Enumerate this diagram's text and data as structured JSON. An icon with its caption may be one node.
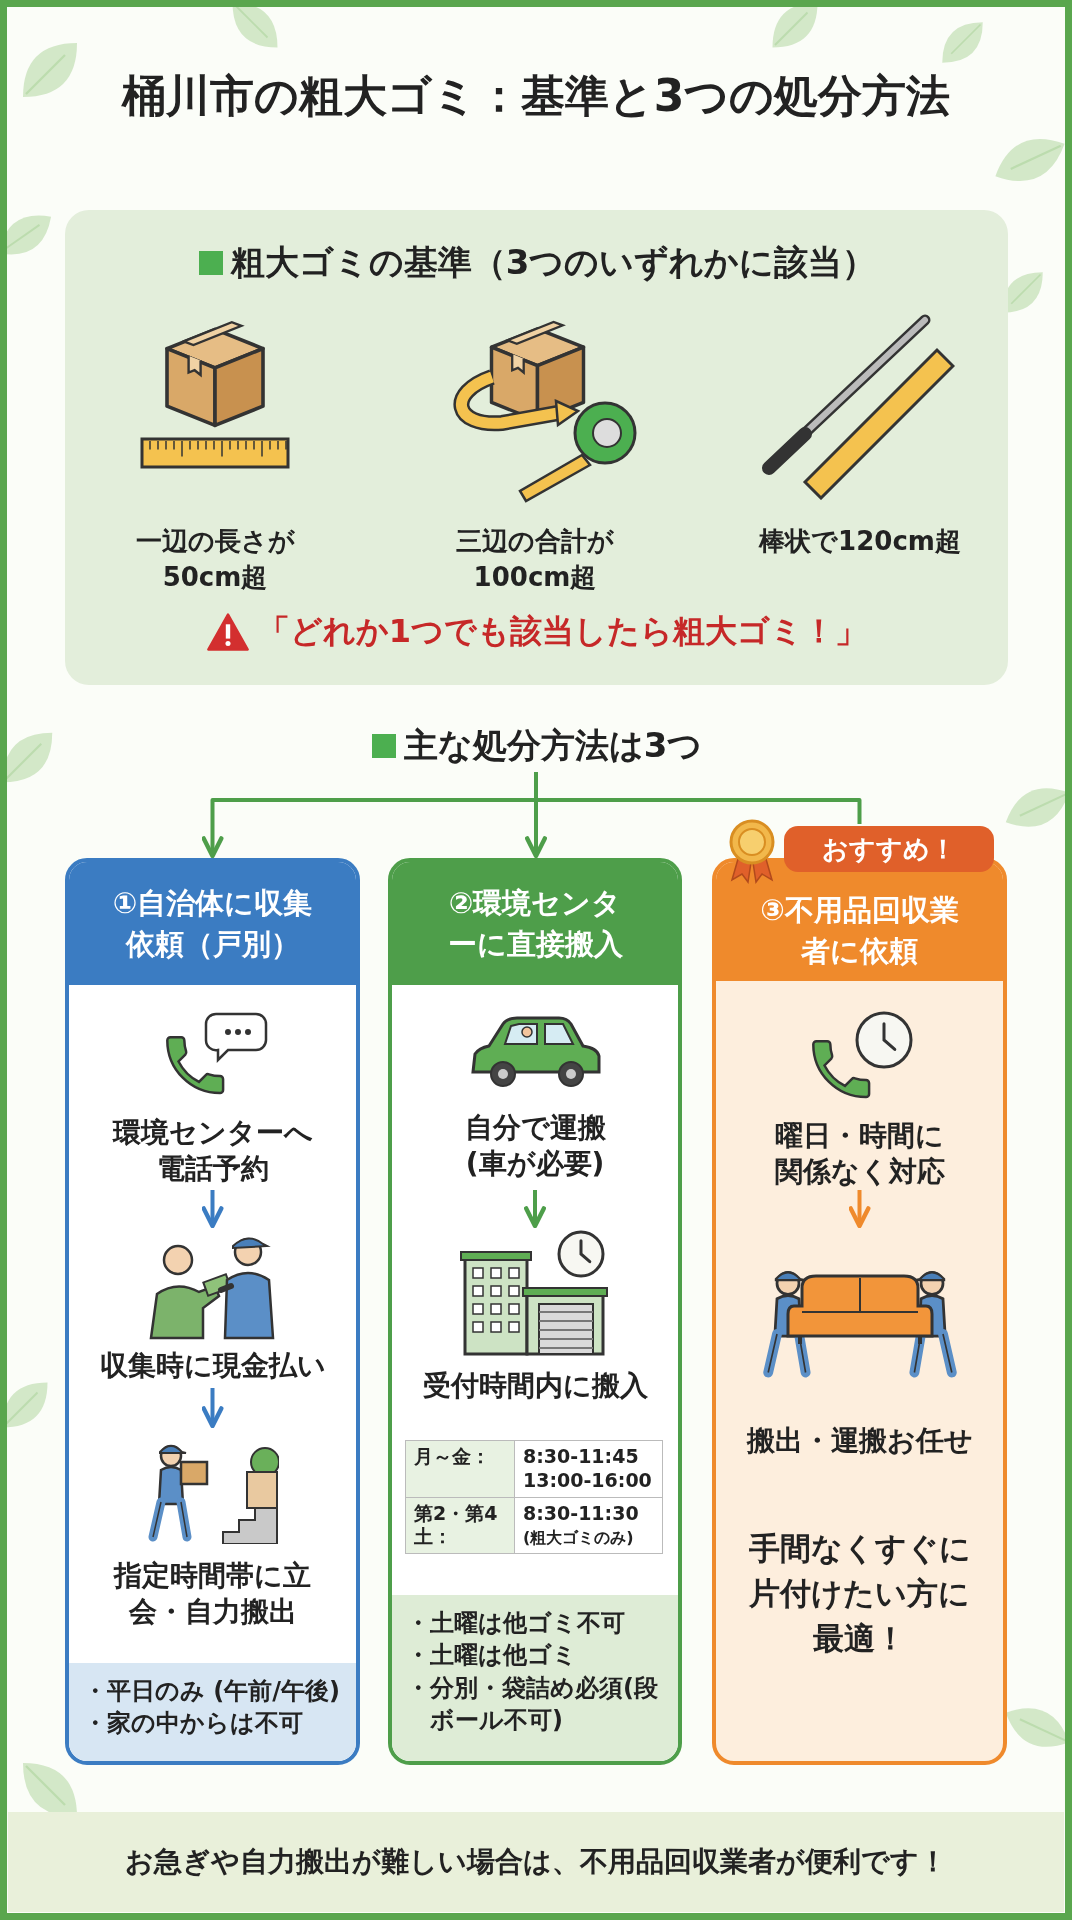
{
  "diagram": {
    "title": "桶川市の粗大ゴミ：基準と3つの処分方法",
    "nodes": [
      {
        "text": [
          "粗大ゴミの基準（3つのいずれかに該当）",
          "一辺の長さが50cm超",
          "三辺の合計が100cm超",
          "棒状で120cm超",
          "「どれか1つでも該当したら粗大ゴミ！」"
        ]
      },
      {
        "text": [
          "主な処分方法は3つ"
        ]
      },
      {
        "text": [
          "①自治体に収集依頼（戸別）"
        ]
      },
      {
        "text": [
          "環境センターへ電話予約"
        ],
        "in": 2
      },
      {
        "text": [
          "収集時に現金払い"
        ],
        "in": 2
      },
      {
        "text": [
          "指定時間帯に立会・自力搬出"
        ],
        "in": 2
      },
      {
        "text": [
          "・平日のみ (午前/午後)",
          "・家の中からは不可"
        ],
        "in": 2
      },
      {
        "text": [
          "②環境センターに直接搬入"
        ]
      },
      {
        "text": [
          "自分で運搬(車が必要)"
        ],
        "in": 7
      },
      {
        "text": [
          "受付時間内に搬入"
        ],
        "in": 7
      },
      {
        "text": [
          "・土曜は他ゴミ不可",
          "・土曜は他ゴミ",
          "・分別・袋詰め必須(段ボール不可)"
        ],
        "in": 7
      },
      {
        "text": [
          "③不用品回収業者に依頼",
          "手間なくすぐに片付けたい方に最適！"
        ],
        "beside": [
          "おすすめ！"
        ]
      },
      {
        "text": [
          "曜日・時間に関係なく対応"
        ],
        "in": 11
      },
      {
        "text": [
          "搬出・運搬お任せ"
        ],
        "in": 11
      },
      {
        "text": [
          "お急ぎや自力搬出が難しい場合は、不用品回収業者が便利です！"
        ]
      }
    ],
    "edges": [
      {
        "from": 1,
        "to": 2,
        "arrow": "to"
      },
      {
        "from": 1,
        "to": 7,
        "arrow": "to"
      },
      {
        "from": 1,
        "to": 11,
        "arrow": "none"
      },
      {
        "from": 3,
        "to": 4,
        "arrow": "to",
        "color": "#3b7cc2"
      },
      {
        "from": 4,
        "to": 5,
        "arrow": "to",
        "color": "#3b7cc2"
      },
      {
        "from": 8,
        "to": 9,
        "arrow": "to"
      },
      {
        "from": 12,
        "to": 13,
        "arrow": "to",
        "color": "#ef8a2c"
      }
    ],
    "labels": [
      "月～金：",
      "8:30-11:45 13:00-16:00",
      "第2・第4土：",
      "8:30-11:30",
      "(粗大ゴミのみ)"
    ]
  }
}
